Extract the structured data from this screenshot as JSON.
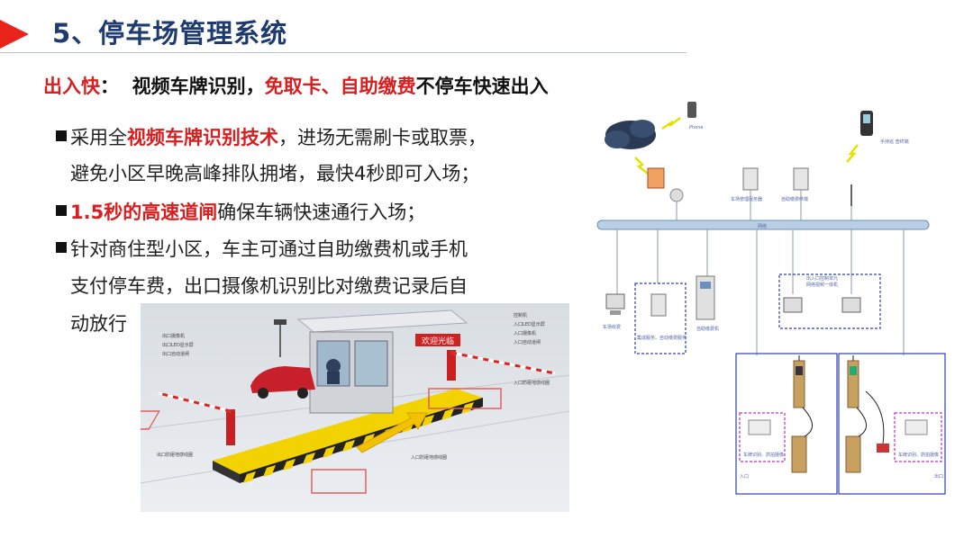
{
  "header": {
    "title": "5、停车场管理系统"
  },
  "subtitle": {
    "lead": "出入快",
    "colon": "：",
    "part1": "视频车牌识别，",
    "highlight": "免取卡、自助缴费",
    "part2": "不停车快速出入"
  },
  "bullets": [
    {
      "pre": "采用全",
      "hl": "视频车牌识别技术",
      "post": "，进场无需刷卡或取票，",
      "cont": "避免小区早晚高峰排队拥堵，最快4秒即可入场；"
    },
    {
      "pre": "",
      "hl": "1.5秒的高速道闸",
      "post": "确保车辆快速通行入场；"
    },
    {
      "pre": "针对商住型小区，车主可通过自助缴费机或手机",
      "hl": "",
      "post": "",
      "cont": "支付停车费，出口摄像机识别比对缴费记录后自",
      "cont2": "动放行"
    }
  ],
  "scene": {
    "sign": "欢迎光临",
    "labels_left": [
      "出口摄像机",
      "出口LED显示屏",
      "出口自动道闸"
    ],
    "labels_right": [
      "控制机",
      "入口LED显示屏",
      "入口摄像机",
      "入口自动道闸"
    ],
    "loop_right": "入口防砸地感线圈",
    "loop_left": "出口防砸地感线圈",
    "loop_bottom": "入口防砸地感线圈"
  },
  "network": {
    "bus": "网络",
    "phone": "Phone",
    "handheld": "手持巡\n查终端",
    "server1": "车场管理服务器",
    "server2": "自助缴费终端",
    "pc_left": "车场收费",
    "box_left": "集成服务、自动缴费服务",
    "kiosk": "自助缴费机",
    "box_right_title": "出入口控制单元",
    "box_right_sub": "网络视频一体机",
    "entry": "入口",
    "exit": "出口",
    "cam_left": "车牌识别、抓拍摄像",
    "cam_right": "车牌识别、抓拍摄像"
  }
}
